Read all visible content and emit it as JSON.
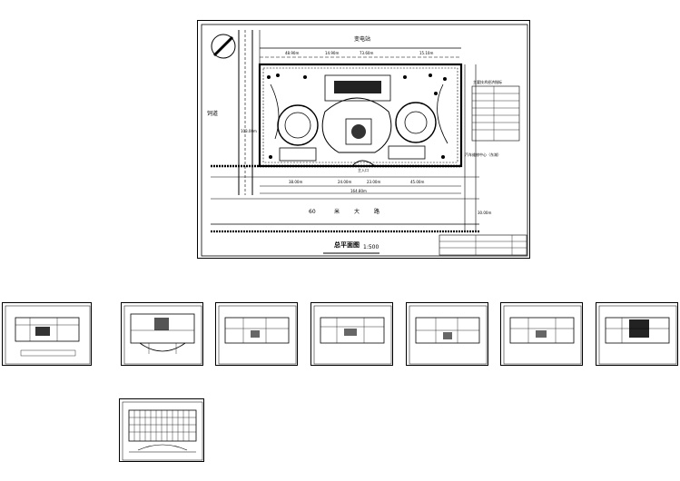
{
  "site_plan": {
    "north_road": "变电站",
    "west_road": "饲道",
    "boulevard": [
      "60",
      "米",
      "大",
      "路"
    ],
    "bus_center": "汽车维修中心（东湖）",
    "entrance_label": "主入口",
    "table_title": "主要技术经济指标",
    "title": "总平面图",
    "scale": "1:500",
    "dims_top": [
      "48.90m",
      "14.90m",
      "73.60m",
      "15.10m"
    ],
    "dims_bottom": [
      "38.00m",
      "24.00m",
      "23.00m",
      "45.00m"
    ],
    "total_width": "164.80m",
    "side_dim_left": "103.00m",
    "side_dim_right": "30.00m"
  },
  "thumbnails": [
    {
      "id": "sheet-1"
    },
    {
      "id": "sheet-2"
    },
    {
      "id": "sheet-3"
    },
    {
      "id": "sheet-4"
    },
    {
      "id": "sheet-5"
    },
    {
      "id": "sheet-6"
    },
    {
      "id": "sheet-7"
    },
    {
      "id": "sheet-8"
    }
  ]
}
